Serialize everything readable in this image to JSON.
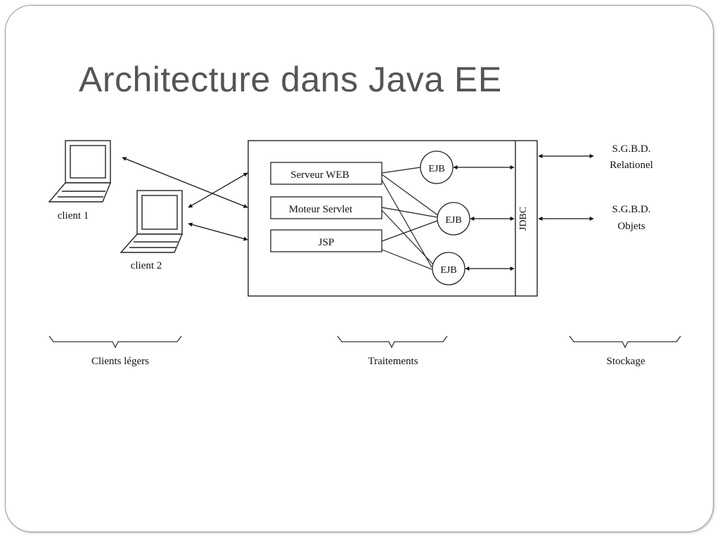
{
  "slide": {
    "title": "Architecture dans Java EE"
  },
  "diagram": {
    "clients": [
      {
        "label": "client 1"
      },
      {
        "label": "client 2"
      }
    ],
    "server_components": [
      {
        "label": "Serveur WEB"
      },
      {
        "label": "Moteur Servlet"
      },
      {
        "label": "JSP"
      }
    ],
    "ejbs": [
      {
        "label": "EJB"
      },
      {
        "label": "EJB"
      },
      {
        "label": "EJB"
      }
    ],
    "jdbc_label": "JDBC",
    "databases": [
      {
        "line1": "S.G.B.D.",
        "line2": "Relationel"
      },
      {
        "line1": "S.G.B.D.",
        "line2": "Objets"
      }
    ],
    "tiers": [
      {
        "label": "Clients légers"
      },
      {
        "label": "Traitements"
      },
      {
        "label": "Stockage"
      }
    ]
  }
}
